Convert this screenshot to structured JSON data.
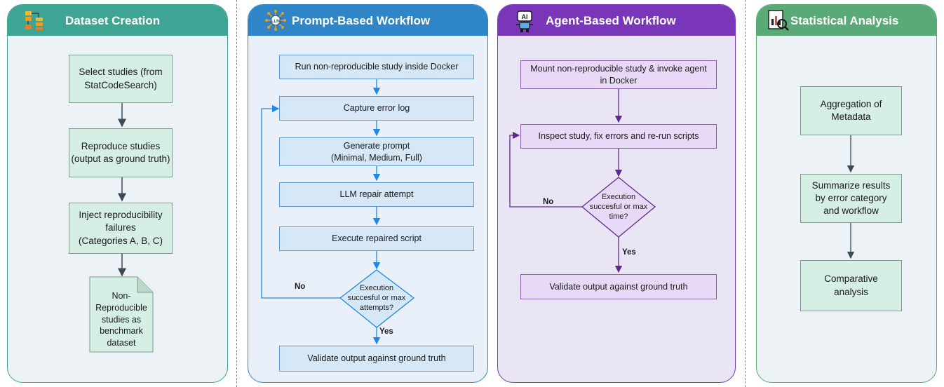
{
  "panels": {
    "dataset": {
      "title": "Dataset Creation",
      "icon": "database-stack-icon",
      "steps": [
        "Select studies (from\nStatCodeSearch)",
        "Reproduce studies\n(output as ground truth)",
        "Inject reproducibility\nfailures\n(Categories A, B, C)"
      ],
      "document": "Non-\nReproducible\nstudies as\nbenchmark\ndataset"
    },
    "prompt": {
      "title": "Prompt-Based Workflow",
      "icon": "llm-network-icon",
      "steps": [
        "Run non-reproducible study inside Docker",
        "Capture error log",
        "Generate prompt\n(Minimal, Medium, Full)",
        "LLM repair attempt",
        "Execute repaired script"
      ],
      "decision": "Execution\nsuccesful or max\nattempts?",
      "no_label": "No",
      "yes_label": "Yes",
      "final": "Validate output against ground truth"
    },
    "agent": {
      "title": "Agent-Based Workflow",
      "icon": "ai-robot-icon",
      "icon_text": "AI",
      "steps": [
        "Mount non-reproducible study & invoke agent\nin Docker",
        "Inspect study, fix errors and re-run scripts"
      ],
      "decision": "Execution\nsuccesful or max\ntime?",
      "no_label": "No",
      "yes_label": "Yes",
      "final": "Validate output against ground truth"
    },
    "stats": {
      "title": "Statistical Analysis",
      "icon": "report-chart-icon",
      "steps": [
        "Aggregation of\nMetadata",
        "Summarize results\nby error category\nand workflow",
        "Comparative\nanalysis"
      ]
    }
  },
  "colors": {
    "dataset_header": "#3ea494",
    "dataset_bg": "#edf2f6",
    "prompt_header": "#2e86c8",
    "prompt_bg": "#e9f0f9",
    "agent_header": "#7a36b8",
    "agent_bg": "#eae5f5",
    "stats_header": "#5aaa78",
    "stats_bg": "#edf2f6"
  }
}
